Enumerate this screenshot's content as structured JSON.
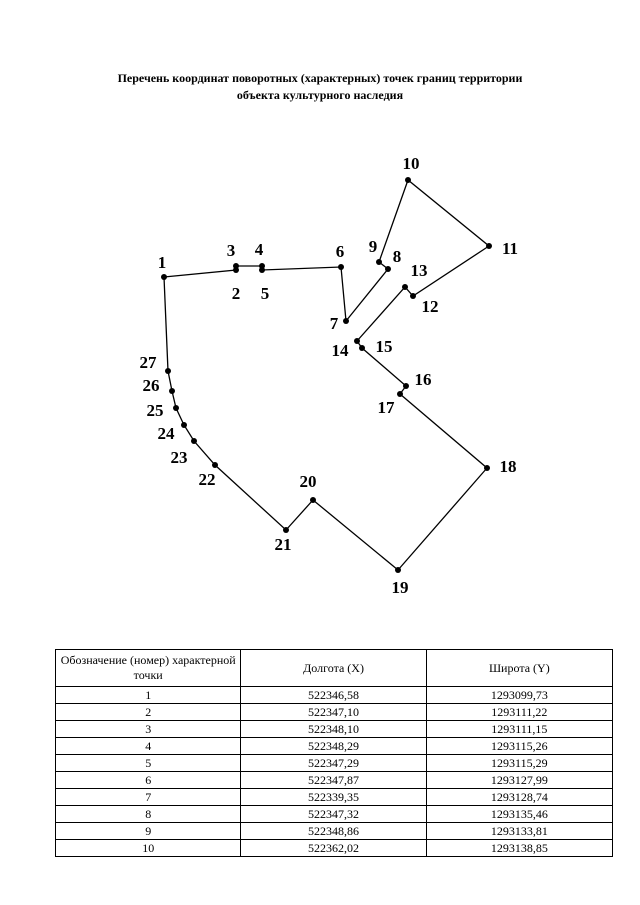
{
  "title": {
    "line1": "Перечень координат поворотных (характерных) точек границ территории",
    "line2": "объекта культурного наследия"
  },
  "plan": {
    "points": [
      {
        "label": "1"
      },
      {
        "label": "2"
      },
      {
        "label": "3"
      },
      {
        "label": "4"
      },
      {
        "label": "5"
      },
      {
        "label": "6"
      },
      {
        "label": "7"
      },
      {
        "label": "8"
      },
      {
        "label": "9"
      },
      {
        "label": "10"
      },
      {
        "label": "11"
      },
      {
        "label": "12"
      },
      {
        "label": "13"
      },
      {
        "label": "14"
      },
      {
        "label": "15"
      },
      {
        "label": "16"
      },
      {
        "label": "17"
      },
      {
        "label": "18"
      },
      {
        "label": "19"
      },
      {
        "label": "20"
      },
      {
        "label": "21"
      },
      {
        "label": "22"
      },
      {
        "label": "23"
      },
      {
        "label": "24"
      },
      {
        "label": "25"
      },
      {
        "label": "26"
      },
      {
        "label": "27"
      }
    ]
  },
  "table": {
    "headers": [
      "Обозначение (номер) характерной точки",
      "Долгота (X)",
      "Широта (Y)"
    ],
    "rows": [
      [
        "1",
        "522346,58",
        "1293099,73"
      ],
      [
        "2",
        "522347,10",
        "1293111,22"
      ],
      [
        "3",
        "522348,10",
        "1293111,15"
      ],
      [
        "4",
        "522348,29",
        "1293115,26"
      ],
      [
        "5",
        "522347,29",
        "1293115,29"
      ],
      [
        "6",
        "522347,87",
        "1293127,99"
      ],
      [
        "7",
        "522339,35",
        "1293128,74"
      ],
      [
        "8",
        "522347,32",
        "1293135,46"
      ],
      [
        "9",
        "522348,86",
        "1293133,81"
      ],
      [
        "10",
        "522362,02",
        "1293138,85"
      ]
    ]
  }
}
